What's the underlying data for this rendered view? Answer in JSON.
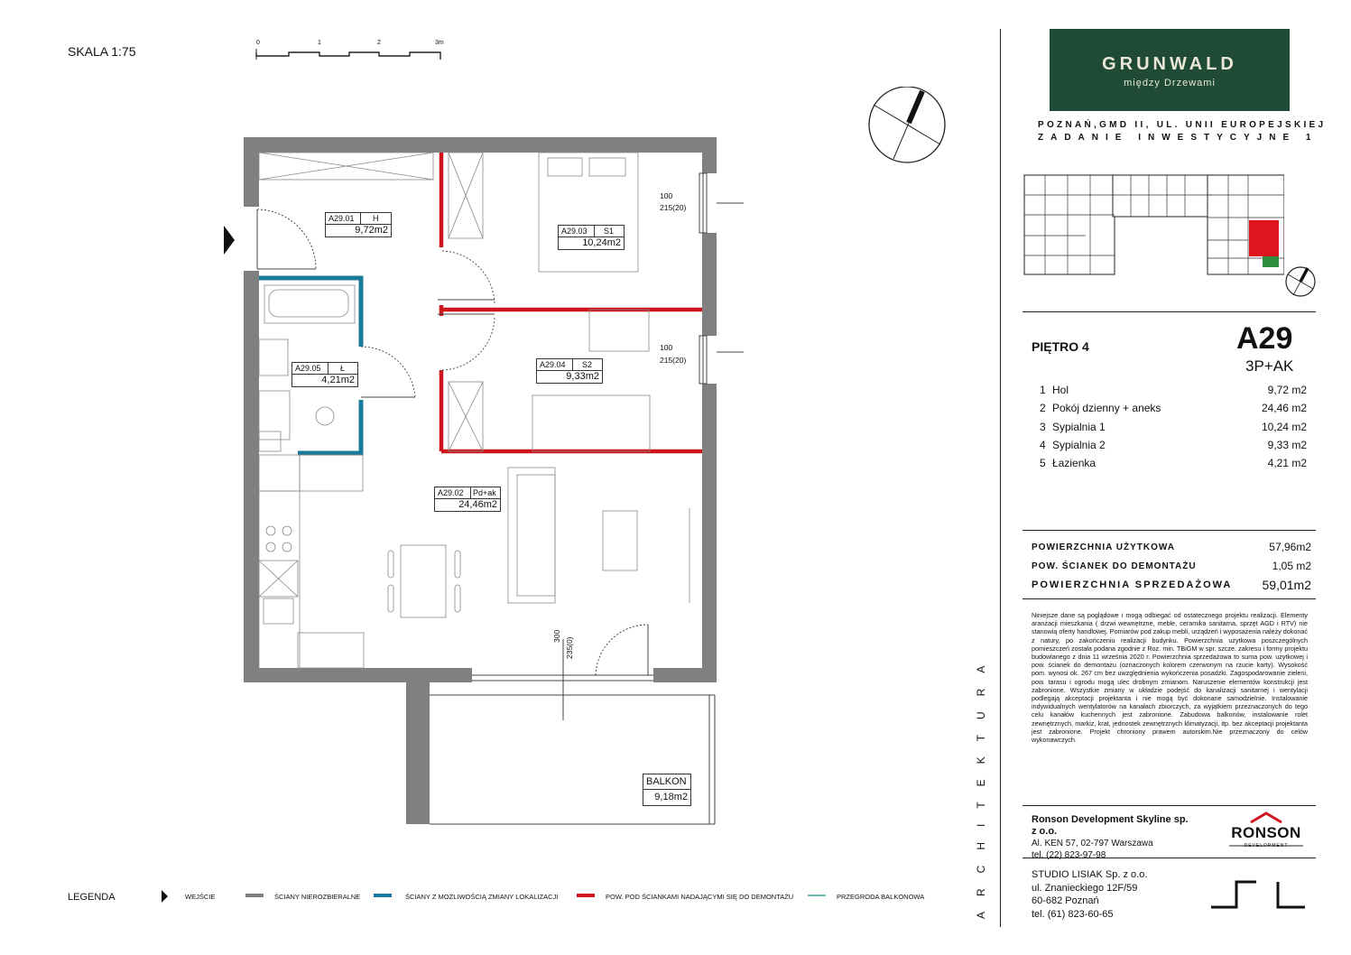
{
  "header": {
    "scale_label": "SKALA 1:75",
    "scalebar_ticks": [
      "0",
      "1",
      "2",
      "3m"
    ]
  },
  "brand": {
    "name": "GRUNWALD",
    "tagline": "między Drzewami",
    "address_line1": "POZNAŃ,GMD II, UL. UNII EUROPEJSKIEJ",
    "address_line2": "ZADANIE INWESTYCYJNE 1",
    "color": "#1f4a36"
  },
  "apartment": {
    "floor": "PIĘTRO 4",
    "id": "A29",
    "type": "3P+AK",
    "rooms": [
      {
        "num": "1",
        "name": "Hol",
        "area": "9,72 m2"
      },
      {
        "num": "2",
        "name": "Pokój dzienny + aneks",
        "area": "24,46 m2"
      },
      {
        "num": "3",
        "name": "Sypialnia 1",
        "area": "10,24 m2"
      },
      {
        "num": "4",
        "name": "Sypialnia 2",
        "area": "9,33 m2"
      },
      {
        "num": "5",
        "name": "Łazienka",
        "area": "4,21 m2"
      }
    ],
    "summary": {
      "usable_label": "POWIERZCHNIA UŻYTKOWA",
      "usable_value": "57,96m2",
      "walls_label": "POW. ŚCIANEK DO DEMONTAŻU",
      "walls_value": "1,05 m2",
      "sales_label": "POWIERZCHNIA SPRZEDAŻOWA",
      "sales_value": "59,01m2"
    }
  },
  "disclaimer": "Niniejsze dane są poglądowe i mogą odbiegać od ostatecznego projektu realizacji. Elementy aranżacji mieszkania ( drzwi wewnętrzne, meble, ceramika sanitarna, sprzęt AGD i RTV) nie stanowią oferty handlowej. Pomiarów pod zakup mebli, urządzeń i wyposażenia należy dokonać z natury, po zakończeniu realizacji budynku. Powierzchnia użytkowa poszczególnych pomieszczeń została podana zgodnie z Roz. min. TBiGM w spr. szcze. zakresu i formy projektu budowlanego z dnia 11 września 2020 r. Powierzchnia sprzedażowa to suma pow. użytkowej i pow. ścianek do demontażu (oznaczonych kolorem czerwonym na rzucie karty). Wysokość pom. wynosi ok. 267 cm bez uwzględnienia wykończenia posadzki. Zagospodarowanie zieleni, pow. tarasu i ogrodu mogą ulec drobnym zmianom. Naruszenie elementów konstrukcji jest zabronione. Wszystkie zmiany w układzie podejść do kanalizacji sanitarnej i wentylacji podlegają akceptacji projektanta i nie mogą być dokonane samodzielnie. Instalowanie indywidualnych wentylatorów na kanałach zbiorczych, za wyjątkiem przeznaczonych do tego celu kanałów kuchennych jest zabronione. Zabudowa balkonów, instalowanie rolet zewnętrznych, markiz, krat, jednostek zewnętrznych klimatyzacji, itp. bez akceptacji projektanta jest zabronione. Projekt chroniony prawem autorskim.Nie przeznaczony do celów wykonawczych.",
  "developer": {
    "name": "Ronson Development Skyline sp. z o.o.",
    "address": "Al. KEN 57, 02-797 Warszawa",
    "phone": "tel. (22) 823-97-98",
    "logo_text": "RONSON",
    "logo_sub": "DEVELOPMENT"
  },
  "architect": {
    "name": "STUDIO LISIAK Sp. z o.o.",
    "street": "ul. Znanieckiego 12F/59",
    "city": "60-682 Poznań",
    "phone": "tel. (61) 823-60-65",
    "vertical_label": "ARCHITEKTURA"
  },
  "plan": {
    "rooms": [
      {
        "code": "A29.01",
        "sym": "H",
        "area": "9,72m2"
      },
      {
        "code": "A29.03",
        "sym": "S1",
        "area": "10,24m2"
      },
      {
        "code": "A29.04",
        "sym": "S2",
        "area": "9,33m2"
      },
      {
        "code": "A29.05",
        "sym": "Ł",
        "area": "4,21m2"
      },
      {
        "code": "A29.02",
        "sym": "Pd+ak",
        "area": "24,46m2"
      }
    ],
    "balcony": {
      "label": "BALKON",
      "area": "9,18m2"
    },
    "windows": [
      {
        "top": "100",
        "bottom": "215(20)"
      },
      {
        "top": "100",
        "bottom": "215(20)"
      }
    ],
    "door_dims": {
      "a": "300",
      "b": "235(0)"
    },
    "colors": {
      "structural_wall": "#808080",
      "movable_wall": "#1a7a9a",
      "demolition_wall": "#d0141c",
      "balcony_partition": "#6fb4b0"
    }
  },
  "legend": {
    "title": "LEGENDA",
    "entrance": "WEJŚCIE",
    "structural": "ŚCIANY NIEROZBIERALNE",
    "movable": "ŚCIANY Z MOŻLIWOŚCIĄ ZMIANY LOKALIZACJI",
    "demolition": "POW. POD ŚCIANKAMI NADAJĄCYMI SIĘ DO DEMONTAŻU",
    "partition": "PRZEGRODA BALKONOWA"
  }
}
